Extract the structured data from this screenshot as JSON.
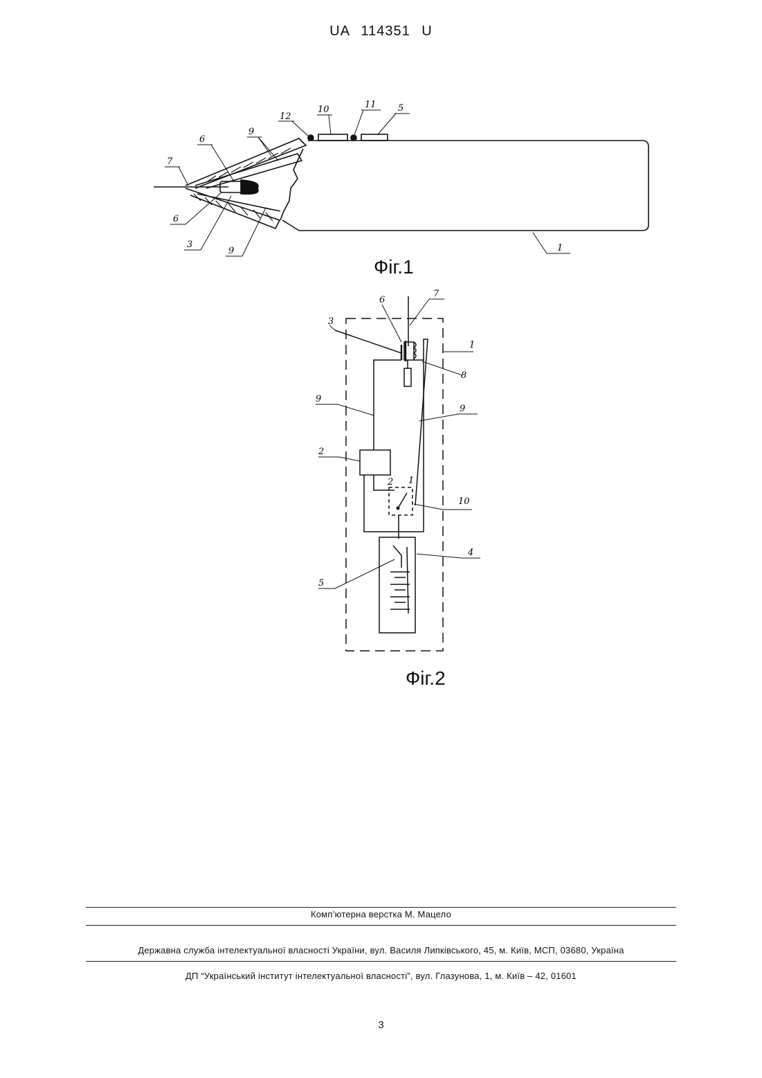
{
  "header": {
    "patent_number": "UA   114351   U"
  },
  "figure1": {
    "caption": "Фіг.1",
    "labels": {
      "l1": "1",
      "l3": "3",
      "l5": "5",
      "l6a": "6",
      "l6b": "6",
      "l7": "7",
      "l9a": "9",
      "l9b": "9",
      "l10": "10",
      "l11": "11",
      "l12": "12"
    }
  },
  "figure2": {
    "caption": "Фіг.2",
    "labels": {
      "l1": "1",
      "l2": "2",
      "l3": "3",
      "l4": "4",
      "l5": "5",
      "l6": "6",
      "l7": "7",
      "l8": "8",
      "l9a": "9",
      "l9b": "9",
      "l10": "10",
      "sw1": "1",
      "sw2": "2"
    }
  },
  "footer": {
    "typesetting": "Комп’ютерна верстка М. Мацело",
    "service": "Державна служба інтелектуальної власності України, вул. Василя Липківського, 45, м. Київ, МСП, 03680, Україна",
    "institute": "ДП “Український інститут інтелектуальної власності”, вул. Глазунова, 1, м. Київ – 42, 01601"
  },
  "page_number": "3"
}
